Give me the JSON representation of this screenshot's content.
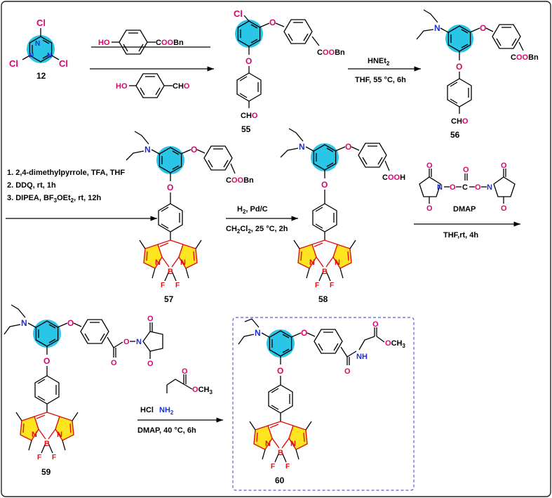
{
  "compounds": {
    "c12": "12",
    "c55": "55",
    "c56": "56",
    "c57": "57",
    "c58": "58",
    "c59": "59",
    "c60": "60"
  },
  "atoms": {
    "cl": "Cl",
    "n": "N",
    "o": "O",
    "ho": "HO",
    "h": "H",
    "nh": "NH",
    "nh2": "NH",
    "nh2_sub": "2",
    "b": "B",
    "f": "F",
    "c": "C",
    "ester_bn_prefix": "C",
    "ester_bn_oo": "OO",
    "ester_bn_suffix": "Bn",
    "cho_prefix": "CH",
    "cho_o": "O",
    "cooh_prefix": "C",
    "cooh_oo": "OO",
    "cooh_h": "H",
    "och3_o": "O",
    "och3_ch3": "CH",
    "och3_sub": "3",
    "hcl": "HCl",
    "dmap": "DMAP"
  },
  "reagents": {
    "step1_top_reagent": "COOBn",
    "step1_bottom_reagent": "CHO",
    "step2_top": "HNEt",
    "step2_top_sub": "2",
    "step2_bottom": "THF,  55 °C, 6h",
    "step3_line1": "1. 2,4-dimethylpyrrole, TFA, THF",
    "step3_line2": "2. DDQ, rt, 1h",
    "step3_line3": "3. DIPEA, BF",
    "step3_line3_sub": "3",
    "step3_line3_end": "OEt",
    "step3_line3_sub2": "2",
    "step3_line3_tail": ", rt, 12h",
    "step4_top": "H",
    "step4_top_sub": "2",
    "step4_top_end": ", Pd/C",
    "step4_bottom": "CH",
    "step4_bottom_sub": "2",
    "step4_bottom_mid": "Cl",
    "step4_bottom_sub2": "2",
    "step4_bottom_end": ", 25 °C, 2h",
    "step5_reagent": "DMAP",
    "step5_bottom": "THF,rt,  4h",
    "step6_bottom": "DMAP,  40 °C, 6h"
  },
  "colors": {
    "triazine_highlight": "#29c6e8",
    "heteroatom": "#e0006e",
    "bodipy_fill": "#ffe51f",
    "bodipy_atoms": "#e01010",
    "nitrogen_blue": "#1a2fd6",
    "product_box": "#5a5ad8"
  }
}
